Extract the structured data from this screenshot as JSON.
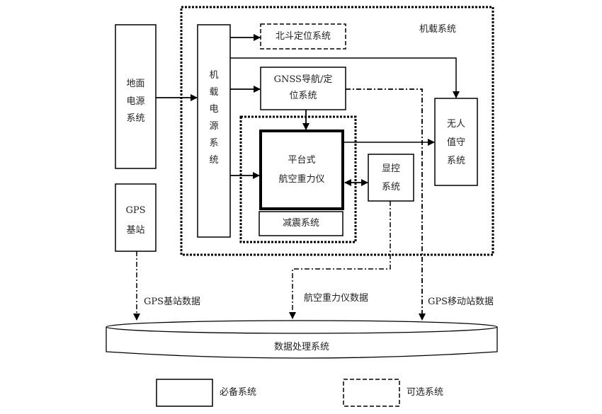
{
  "diagram": {
    "airborne_group_label": "机载系统",
    "nodes": {
      "ground_power": [
        "地面",
        "电源",
        "系统"
      ],
      "airborne_power": [
        "机",
        "载",
        "电",
        "源",
        "系",
        "统"
      ],
      "beidou": "北斗定位系统",
      "gnss": [
        "GNSS导航/定",
        "位系统"
      ],
      "gravimeter": [
        "平台式",
        "航空重力仪"
      ],
      "damping": "减震系统",
      "display_control": [
        "显控",
        "系统"
      ],
      "unmanned": [
        "无人",
        "值守",
        "系统"
      ],
      "gps_base": [
        "GPS",
        "基站"
      ],
      "data_processing": "数据处理系统"
    },
    "flow_labels": {
      "gps_base_data": "GPS基站数据",
      "gravimeter_data": "航空重力仪数据",
      "gps_rover_data": "GPS移动站数据"
    },
    "legend": {
      "required": "必备系统",
      "optional": "可选系统"
    },
    "edges": [
      {
        "from": "ground_power",
        "to": "airborne_power",
        "style": "solid"
      },
      {
        "from": "airborne_power",
        "to": "beidou",
        "style": "solid"
      },
      {
        "from": "airborne_power",
        "to": "unmanned",
        "style": "solid"
      },
      {
        "from": "airborne_power",
        "to": "gnss",
        "style": "solid"
      },
      {
        "from": "airborne_power",
        "to": "gravimeter",
        "style": "solid"
      },
      {
        "from": "gnss",
        "to": "gravimeter",
        "style": "solid"
      },
      {
        "from": "gravimeter",
        "to": "unmanned",
        "style": "solid"
      },
      {
        "from": "gravimeter",
        "to": "display_control",
        "style": "solid",
        "bidirectional": true
      },
      {
        "from": "gps_base",
        "to": "data_processing",
        "style": "dash-dot",
        "label": "GPS基站数据"
      },
      {
        "from": "display_control",
        "to": "data_processing",
        "style": "dash-dot",
        "label": "航空重力仪数据"
      },
      {
        "from": "gnss",
        "to": "data_processing",
        "style": "dash-dot",
        "label": "GPS移动站数据"
      }
    ]
  }
}
